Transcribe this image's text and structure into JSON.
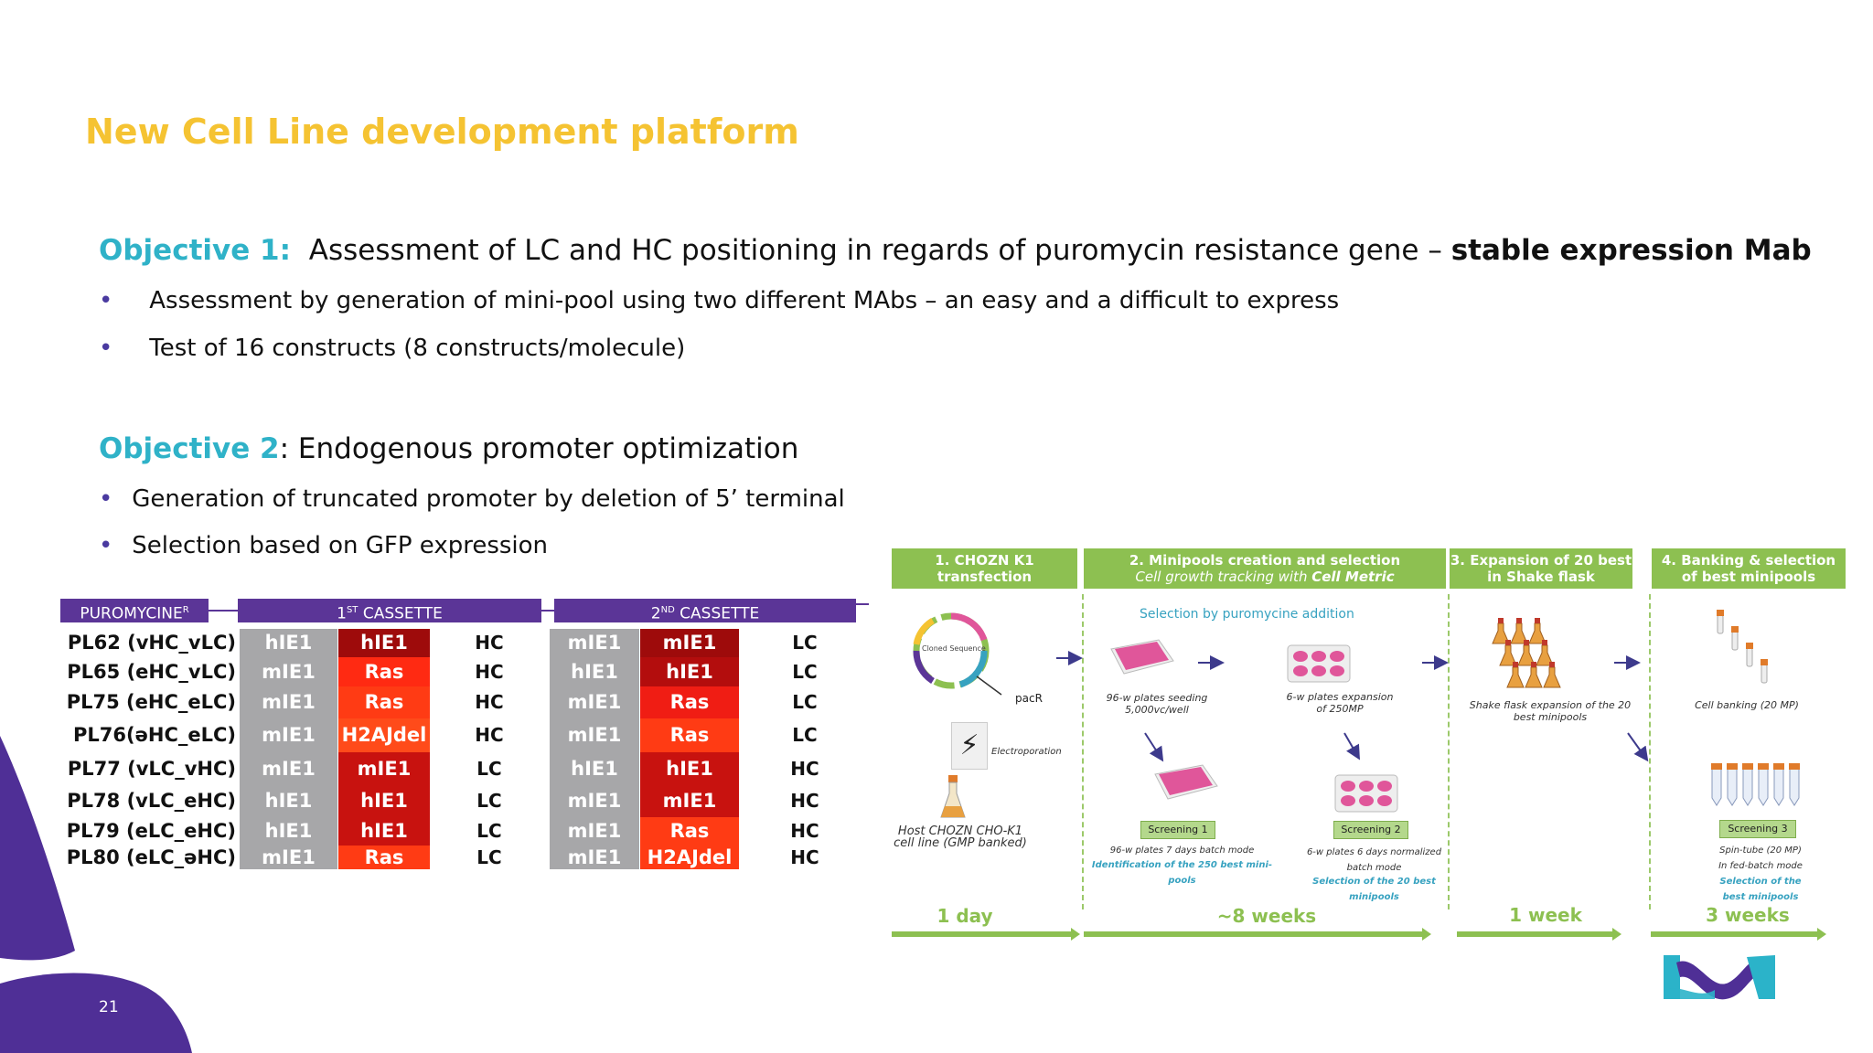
{
  "slide": {
    "title": "New Cell Line development platform",
    "page_number": "21"
  },
  "objective1": {
    "label": "Objective 1:",
    "text": "Assessment of LC and HC positioning in regards of puromycin resistance gene –",
    "bold_text": "stable expression Mab",
    "bullets": [
      "Assessment by generation of mini-pool using two different MAbs – an easy and a difficult to express",
      "Test of 16 constructs (8 constructs/molecule)"
    ]
  },
  "objective2": {
    "label": "Objective 2",
    "text": ": Endogenous promoter optimization",
    "bullets": [
      "Generation of truncated promoter by deletion of 5’ terminal",
      "Selection based on GFP expression"
    ]
  },
  "bullet_char": "•",
  "construct_table": {
    "headers": {
      "puromycine": "PUROMYCINE",
      "puromycine_sup": "R",
      "cassette1_num": "1",
      "cassette1_sup": "ST",
      "cassette1_text": " CASSETTE",
      "cassette2_num": "2",
      "cassette2_sup": "ND",
      "cassette2_text": " CASSETTE"
    },
    "colors": {
      "header": "#5b3597",
      "grey": "#a7a7a9",
      "dark_red": "#9e0b0b",
      "red": "#e8141a",
      "bright_red": "#ff2a12",
      "orange_red": "#ff4b1a"
    },
    "rows": [
      {
        "name": "PL62 (vHC_vLC)",
        "c1a": "hIE1",
        "c1b": "hIE1",
        "c1b_color": "#9e0b0b",
        "t1": "HC",
        "c2a": "mIE1",
        "c2b": "mIE1",
        "c2b_color": "#9e0b0b",
        "t2": "LC"
      },
      {
        "name": "PL65 (eHC_vLC)",
        "c1a": "mIE1",
        "c1b": "Ras",
        "c1b_color": "#ff2a12",
        "t1": "HC",
        "c2a": "hIE1",
        "c2b": "hIE1",
        "c2b_color": "#b30d0d",
        "t2": "LC"
      },
      {
        "name": "PL75 (eHC_eLC)",
        "c1a": "mIE1",
        "c1b": "Ras",
        "c1b_color": "#ff3b14",
        "t1": "HC",
        "c2a": "mIE1",
        "c2b": "Ras",
        "c2b_color": "#f01d14",
        "t2": "LC"
      },
      {
        "name": "PL76(əHC_eLC)",
        "c1a": "mIE1",
        "c1b": "H2AJdel",
        "c1b_color": "#ff4b1a",
        "t1": "HC",
        "c2a": "mIE1",
        "c2b": "Ras",
        "c2b_color": "#ff3b14",
        "t2": "LC"
      },
      {
        "name": "PL77 (vLC_vHC)",
        "c1a": "mIE1",
        "c1b": "mIE1",
        "c1b_color": "#c8120f",
        "t1": "LC",
        "c2a": "hIE1",
        "c2b": "hIE1",
        "c2b_color": "#c8120f",
        "t2": "HC"
      },
      {
        "name": "PL78 (vLC_eHC)",
        "c1a": "hIE1",
        "c1b": "hIE1",
        "c1b_color": "#c8120f",
        "t1": "LC",
        "c2a": "mIE1",
        "c2b": "mIE1",
        "c2b_color": "#c8120f",
        "t2": "HC"
      },
      {
        "name": "PL79 (eLC_eHC)",
        "c1a": "hIE1",
        "c1b": "hIE1",
        "c1b_color": "#c8120f",
        "t1": "LC",
        "c2a": "mIE1",
        "c2b": "Ras",
        "c2b_color": "#ff3b14",
        "t2": "HC"
      },
      {
        "name": "PL80 (eLC_əHC)",
        "c1a": "mIE1",
        "c1b": "Ras",
        "c1b_color": "#ff3b14",
        "t1": "LC",
        "c2a": "mIE1",
        "c2b": "H2AJdel",
        "c2b_color": "#ff3b14",
        "t2": "HC"
      }
    ]
  },
  "workflow": {
    "steps": [
      {
        "line1": "1. CHOZN K1",
        "line2": "transfection"
      },
      {
        "line1": "2. Minipools creation and selection",
        "line2a": "Cell growth tracking with ",
        "line2b": "Cell Metric"
      },
      {
        "line1": "3. Expansion of 20 best",
        "line2": "in Shake flask"
      },
      {
        "line1": "4. Banking & selection",
        "line2": "of best minipools"
      }
    ],
    "selection_note": "Selection by puromycine addition",
    "plasmid_label": "Cloned Sequence",
    "pacR": "pacR",
    "electroporation": "Electroporation",
    "host_line1": "Host CHOZN CHO-K1",
    "host_line2": "cell line (GMP banked)",
    "plates96": {
      "line1": "96-w plates seeding",
      "line2": "5,000vc/well"
    },
    "plates6": {
      "line1": "6-w plates expansion",
      "line2": "of 250MP"
    },
    "shake": {
      "line1": "Shake flask expansion of the 20",
      "line2": "best minipools"
    },
    "banking": "Cell banking (20 MP)",
    "screening1": {
      "label": "Screening 1",
      "desc": "96-w plates 7 days batch mode",
      "blue1": "Identification of the 250 best mini-",
      "blue2": "pools"
    },
    "screening2": {
      "label": "Screening 2",
      "desc1": "6-w plates  6 days normalized",
      "desc2": "batch mode",
      "blue1": "Selection of the 20 best",
      "blue2": "minipools"
    },
    "screening3": {
      "label": "Screening 3",
      "desc1": "Spin-tube (20 MP)",
      "desc2": "In fed-batch mode",
      "blue1": "Selection of the",
      "blue2": "best minipools"
    },
    "durations": [
      "1 day",
      "~8 weeks",
      "1 week",
      "3 weeks"
    ],
    "colors": {
      "green": "#8dc051",
      "plate_pink": "#e0569a",
      "flask_orange": "#e07b2a"
    }
  }
}
